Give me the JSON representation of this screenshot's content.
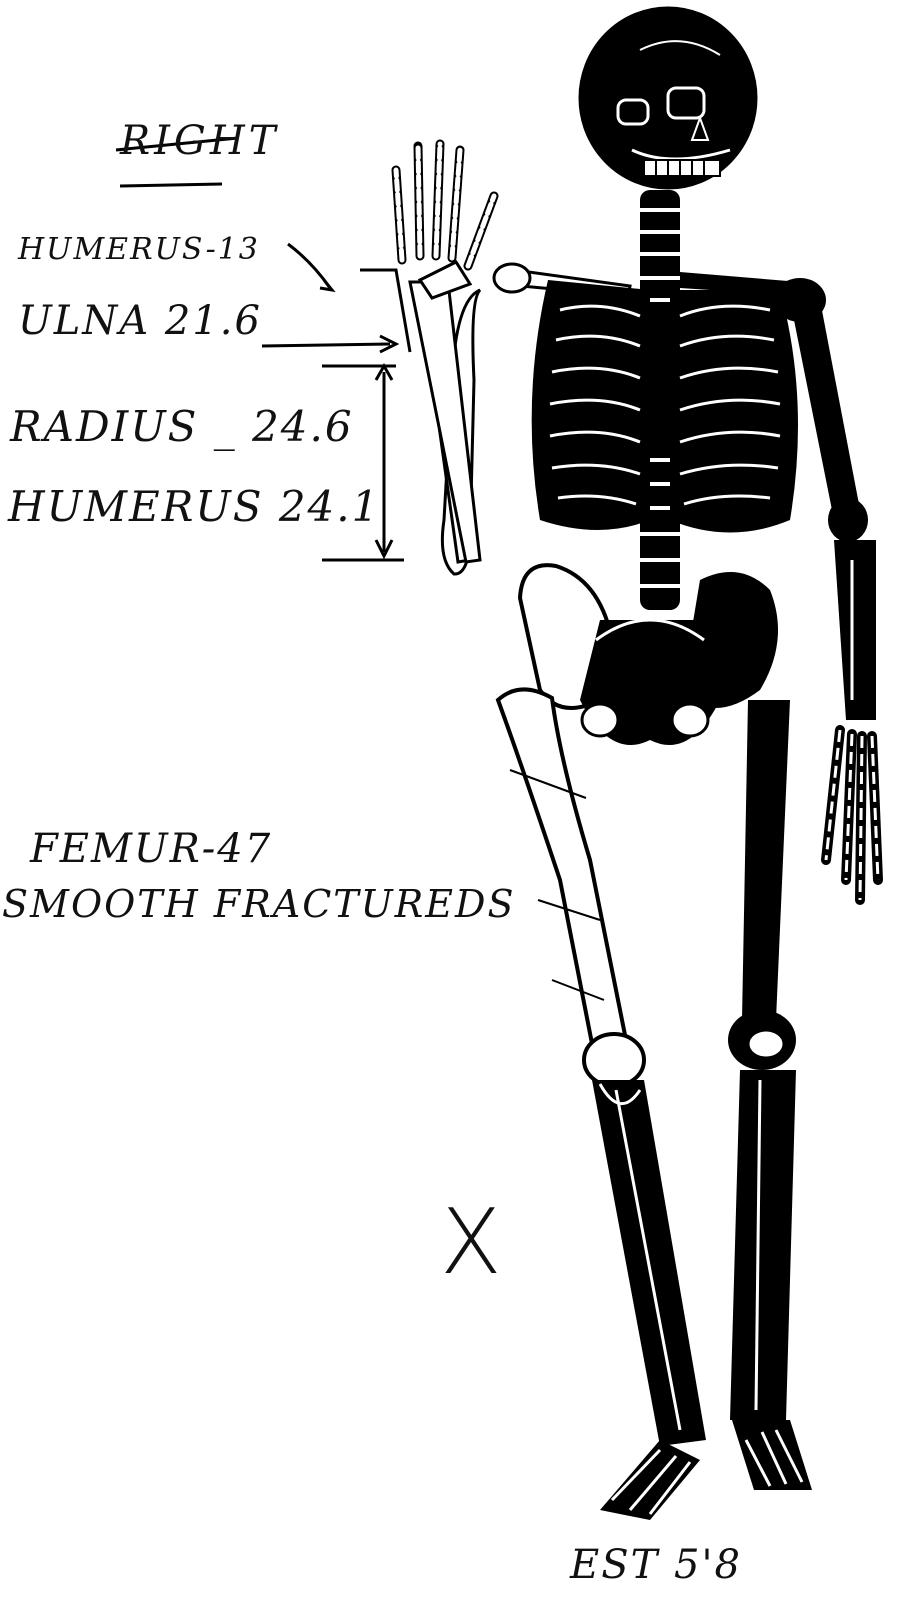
{
  "title": "RIGHT",
  "notes": {
    "humerus_13": "HUMERUS-13",
    "ulna": "ULNA 21.6",
    "radius": "RADIUS _ 24.6",
    "humerus_241": "HUMERUS 24.1",
    "femur": "FEMUR-47",
    "smooth": "SMOOTH FRACTUREDS",
    "x_mark": "X",
    "estimate": "EST 5'8"
  },
  "colors": {
    "ink": "#111111",
    "paper": "#ffffff"
  },
  "icons": {
    "skeleton": "skeleton-illustration"
  }
}
